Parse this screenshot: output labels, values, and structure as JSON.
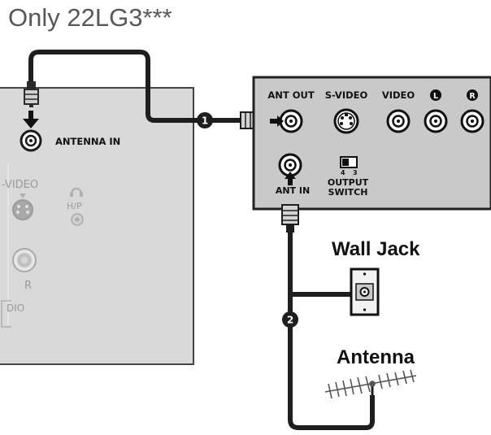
{
  "title": "Only 22LG3***",
  "tv_panel": {
    "antenna_in_label": "ANTENNA IN",
    "s_video_label": "-VIDEO",
    "hp_label": "H/P",
    "r_label": "R",
    "audio_label": "DIO"
  },
  "box_panel": {
    "ant_out_label": "ANT OUT",
    "s_video_label": "S-VIDEO",
    "video_label": "VIDEO",
    "left_audio_label": "L",
    "right_audio_label": "R",
    "ant_in_label": "ANT IN",
    "output_switch_line1": "OUTPUT",
    "output_switch_line2": "SWITCH",
    "switch_pos_left": "4",
    "switch_pos_right": "3"
  },
  "steps": [
    "1",
    "2"
  ],
  "wall_jack_label": "Wall Jack",
  "antenna_label": "Antenna",
  "colors": {
    "cable": "#2b2b2b",
    "tv_panel": "#d9d9d9",
    "box_panel": "#c9c9c9",
    "title": "#585858"
  }
}
